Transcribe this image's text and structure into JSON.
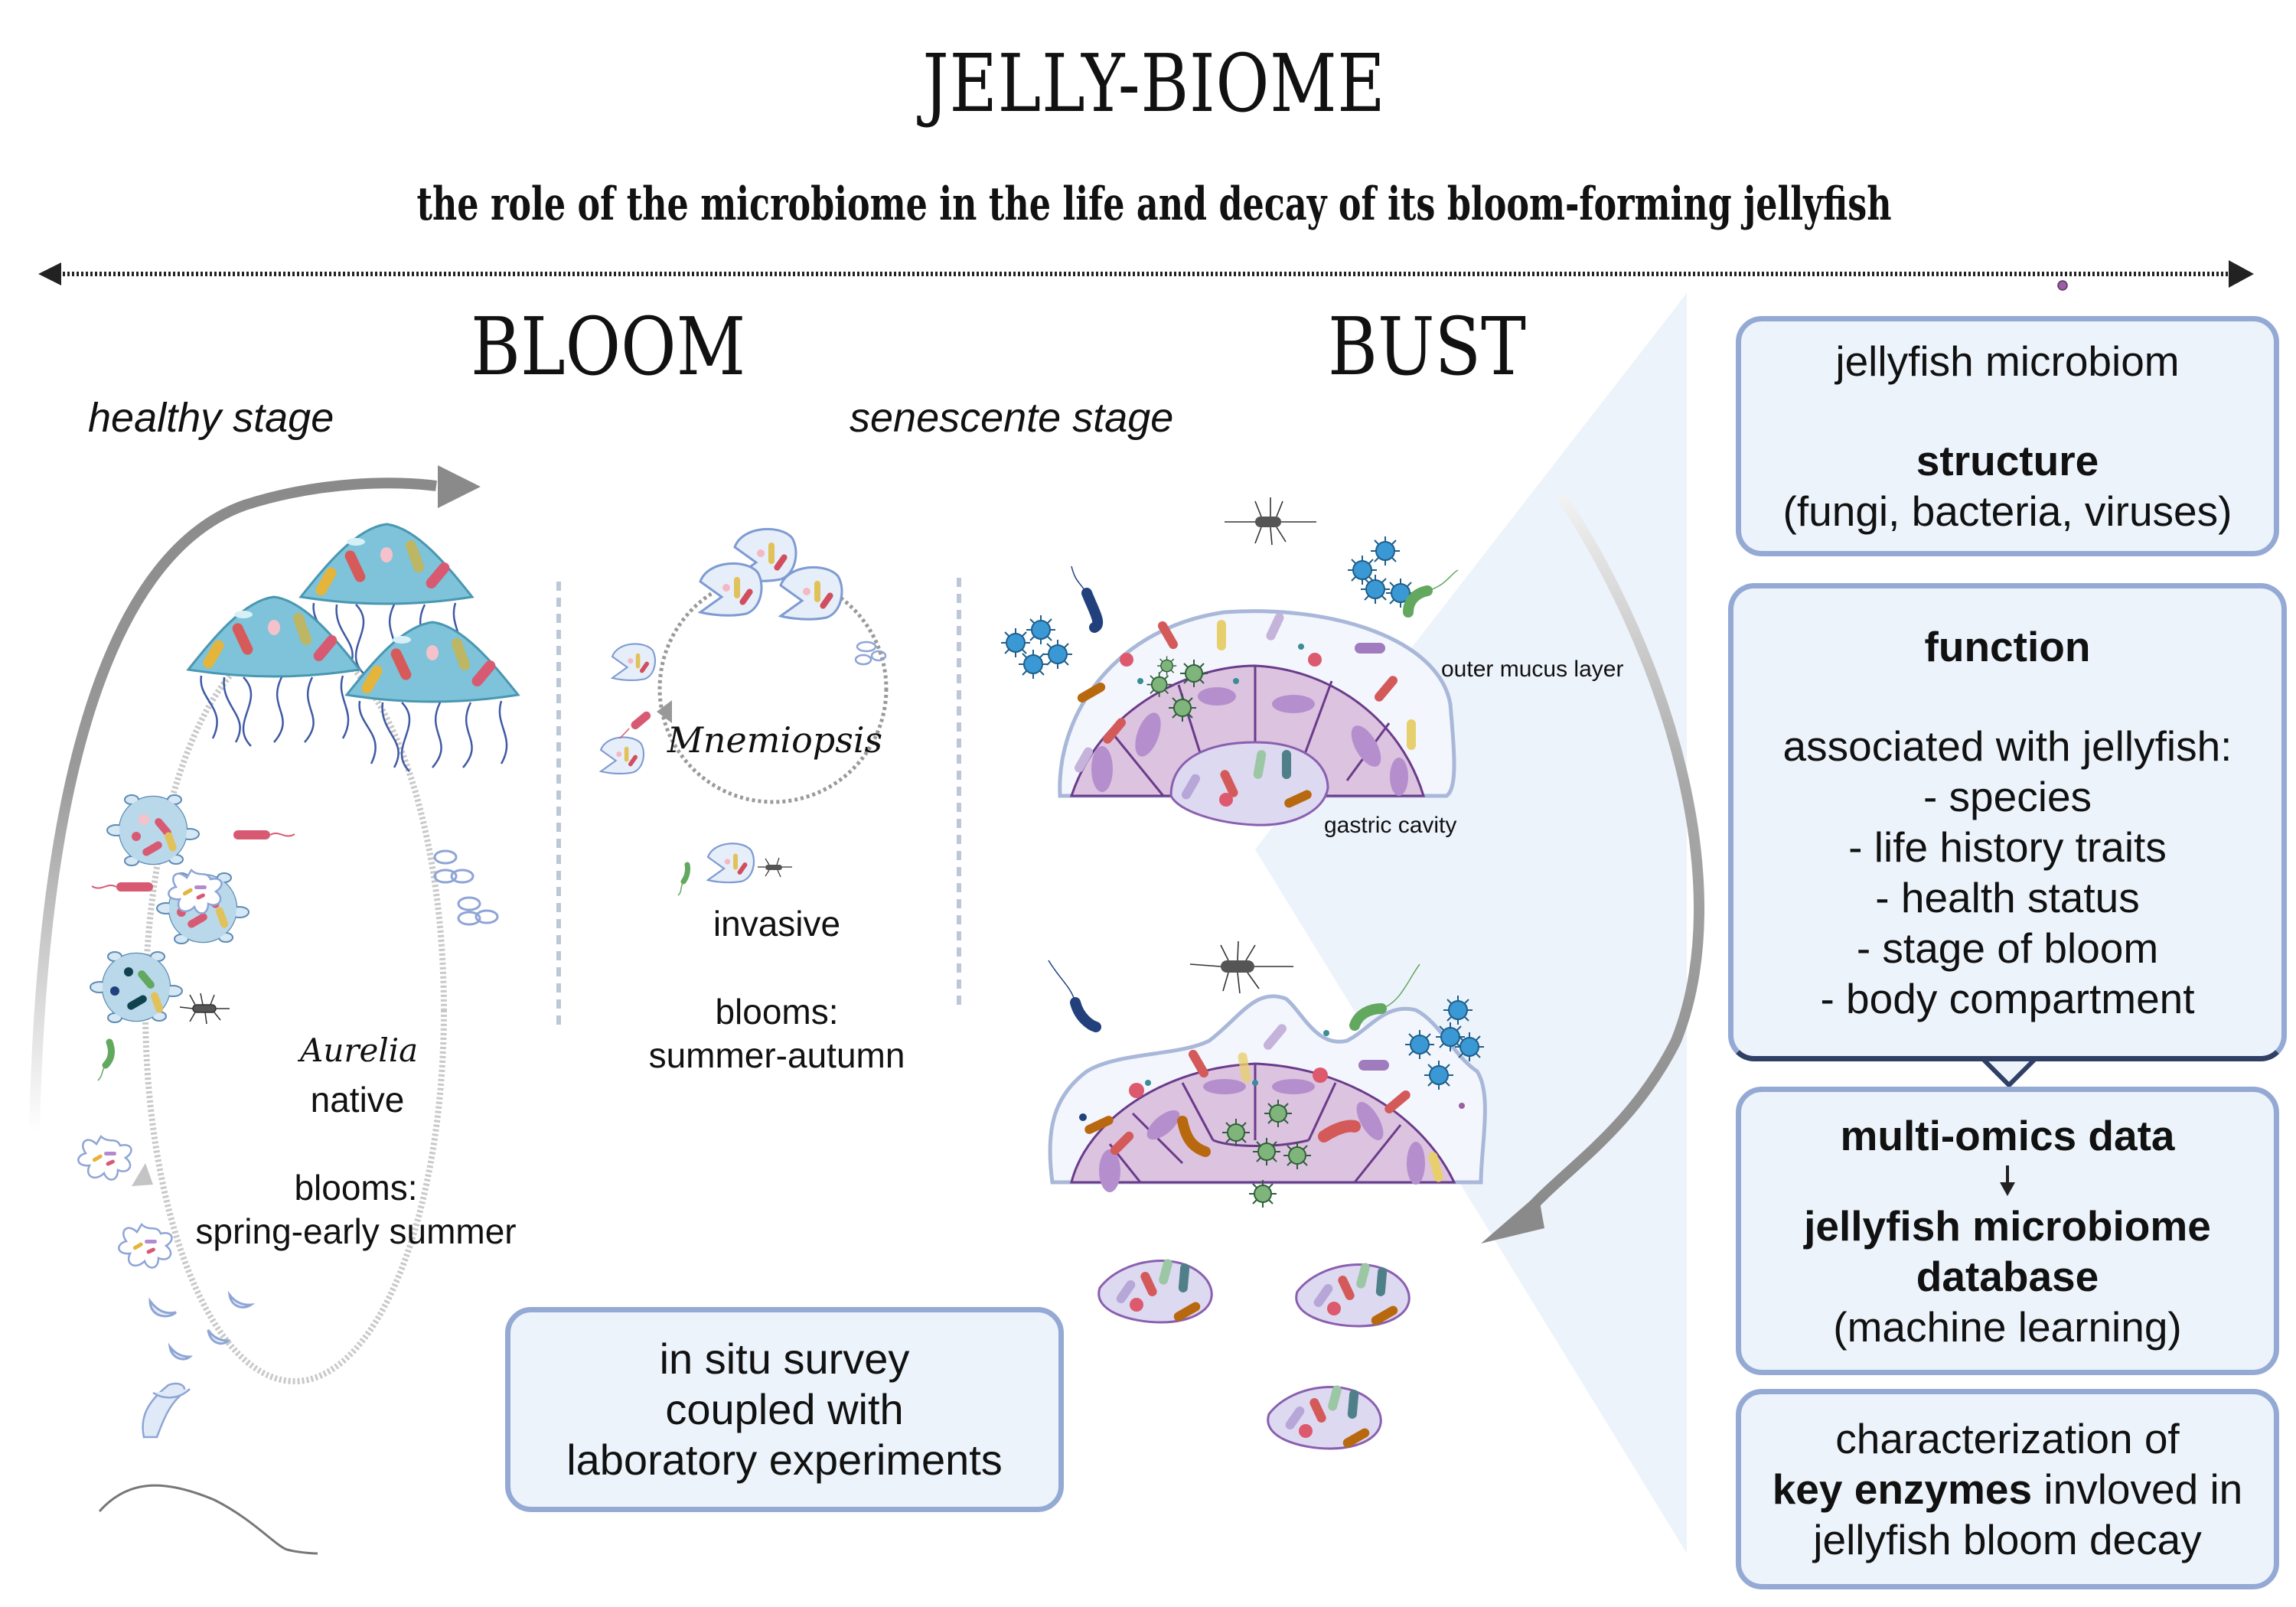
{
  "header": {
    "title": "JELLY-BIOME",
    "subtitle": "the role of the microbiome  in the life and decay  of its bloom-forming jellyfish"
  },
  "phases": {
    "bloom": "BLOOM",
    "bust": "BUST"
  },
  "stages": {
    "healthy": "healthy stage",
    "senescent": "senescente stage"
  },
  "aurelia": {
    "genus": "Aurelia",
    "status": "native",
    "blooms_label": "blooms:",
    "blooms_season": "spring-early summer"
  },
  "mnemiopsis": {
    "genus": "Mnemiopsis",
    "status": "invasive",
    "blooms_label": "blooms:",
    "blooms_season": "summer-autumn"
  },
  "tissue_labels": {
    "outer_mucus": "outer mucus layer",
    "gastric_cavity": "gastric cavity"
  },
  "survey_box": {
    "line1": "in situ survey",
    "line2": "coupled with",
    "line3": "laboratory experiments"
  },
  "right_panel": {
    "structure_box": {
      "heading": "jellyfish microbiom",
      "title": "structure",
      "detail": "(fungi, bacteria, viruses)"
    },
    "function_box": {
      "title": "function",
      "intro": "associated  with jellyfish:",
      "items": [
        "- species",
        "- life history traits",
        "- health status",
        "- stage of bloom",
        "- body compartment"
      ]
    },
    "omics_box": {
      "title": "multi-omics data",
      "result_line1": "jellyfish microbiome",
      "result_line2": "database",
      "detail": "(machine learning)"
    },
    "enzymes_box": {
      "line1": "characterization of",
      "bold": "key enzymes",
      "line2_rest": " invloved in",
      "line3": "jellyfish bloom decay"
    }
  },
  "colors": {
    "box_fill": "#ecf3fb",
    "box_border": "#94aad4",
    "panel_wedge": "#edf3fb",
    "arrow_gray": "#8a8a8a",
    "jelly_blue": "#7ec3d9",
    "tissue_purple": "#dcc3df"
  }
}
